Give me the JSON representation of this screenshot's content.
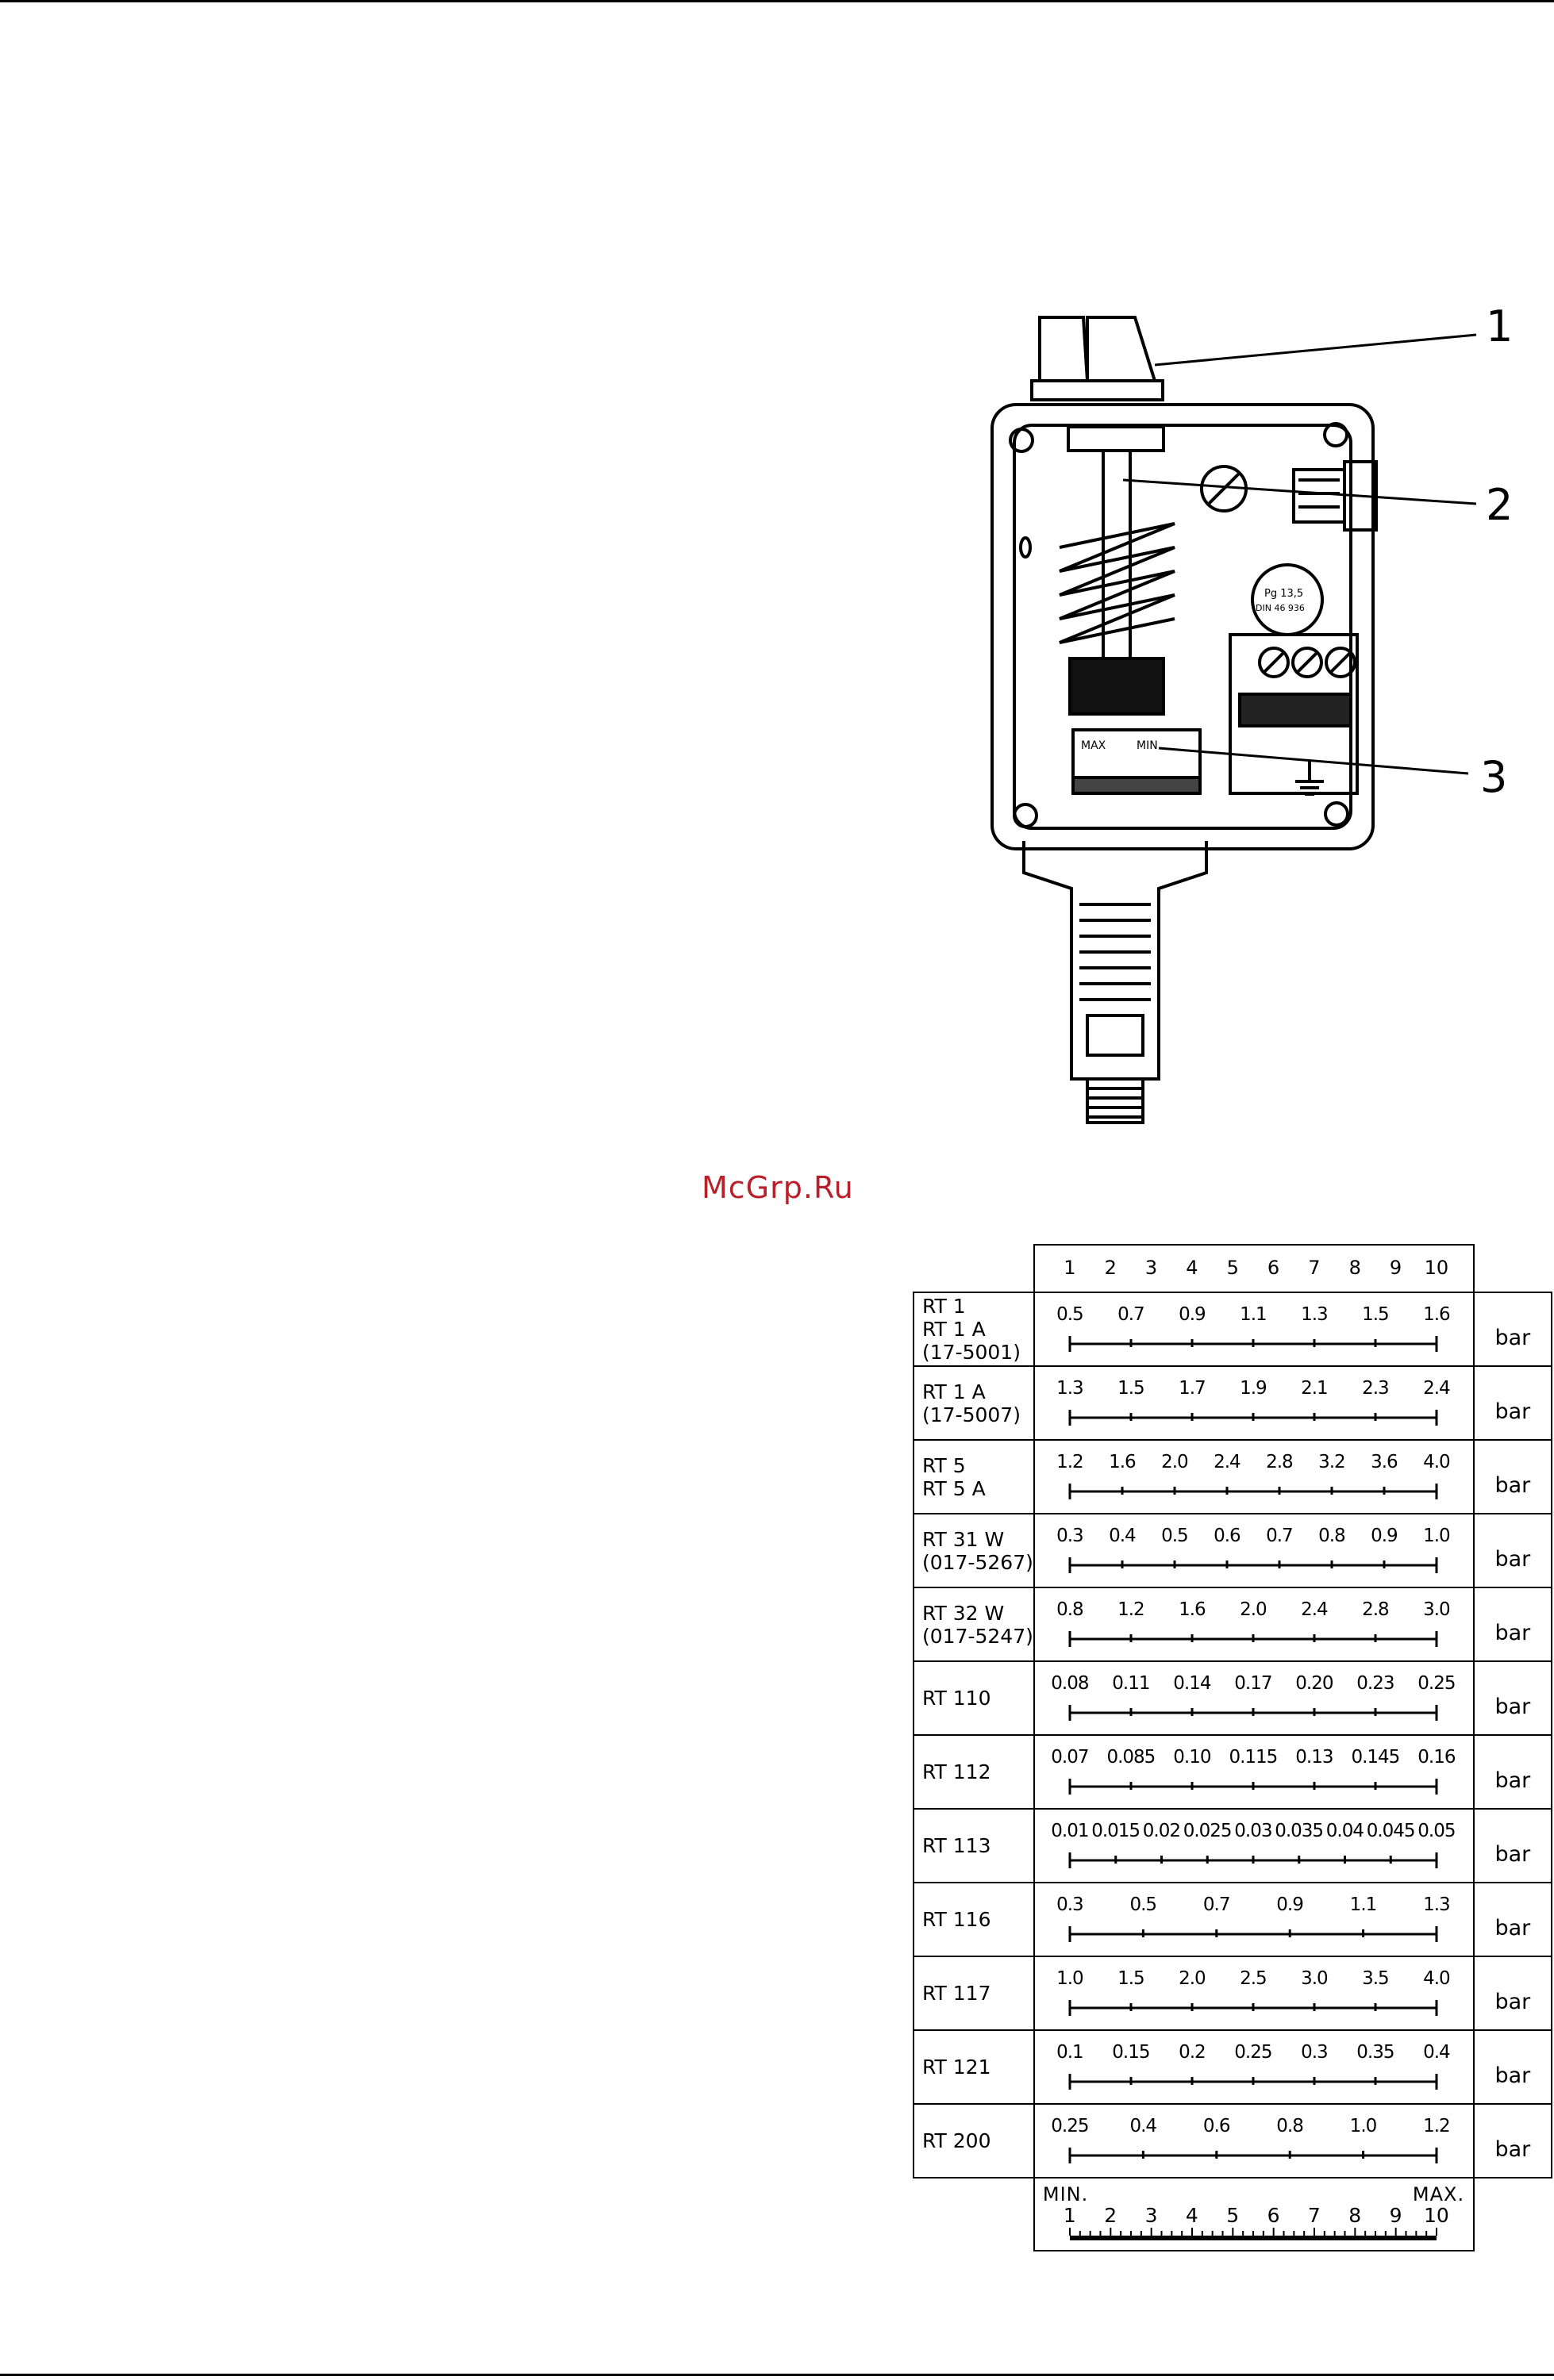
{
  "figure": {
    "callouts": [
      "1",
      "2",
      "3"
    ],
    "plate_text": [
      "Pg 13,5",
      "DIN 46 936",
      "MAX",
      "MIN"
    ]
  },
  "watermark": "McGrp.Ru",
  "table": {
    "scale_numbers": [
      "1",
      "2",
      "3",
      "4",
      "5",
      "6",
      "7",
      "8",
      "9",
      "10"
    ],
    "rows": [
      {
        "model": [
          "RT 1",
          "RT 1 A",
          "(17-5001)"
        ],
        "values": [
          "0.5",
          "0.7",
          "0.9",
          "1.1",
          "1.3",
          "1.5",
          "1.6"
        ],
        "unit": "bar"
      },
      {
        "model": [
          "RT 1 A",
          "(17-5007)"
        ],
        "values": [
          "1.3",
          "1.5",
          "1.7",
          "1.9",
          "2.1",
          "2.3",
          "2.4"
        ],
        "unit": "bar"
      },
      {
        "model": [
          "RT 5",
          "RT 5 A"
        ],
        "values": [
          "1.2",
          "1.6",
          "2.0",
          "2.4",
          "2.8",
          "3.2",
          "3.6",
          "4.0"
        ],
        "unit": "bar"
      },
      {
        "model": [
          "RT 31 W",
          "(017-5267)"
        ],
        "values": [
          "0.3",
          "0.4",
          "0.5",
          "0.6",
          "0.7",
          "0.8",
          "0.9",
          "1.0"
        ],
        "unit": "bar"
      },
      {
        "model": [
          "RT 32 W",
          "(017-5247)"
        ],
        "values": [
          "0.8",
          "1.2",
          "1.6",
          "2.0",
          "2.4",
          "2.8",
          "3.0"
        ],
        "unit": "bar"
      },
      {
        "model": [
          "RT 110"
        ],
        "values": [
          "0.08",
          "0.11",
          "0.14",
          "0.17",
          "0.20",
          "0.23",
          "0.25"
        ],
        "unit": "bar"
      },
      {
        "model": [
          "RT 112"
        ],
        "values": [
          "0.07",
          "0.085",
          "0.10",
          "0.115",
          "0.13",
          "0.145",
          "0.16"
        ],
        "unit": "bar"
      },
      {
        "model": [
          "RT 113"
        ],
        "values": [
          "0.01",
          "0.015",
          "0.02",
          "0.025",
          "0.03",
          "0.035",
          "0.04",
          "0.045",
          "0.05"
        ],
        "unit": "bar"
      },
      {
        "model": [
          "RT 116"
        ],
        "values": [
          "0.3",
          "0.5",
          "0.7",
          "0.9",
          "1.1",
          "1.3"
        ],
        "unit": "bar"
      },
      {
        "model": [
          "RT 117"
        ],
        "values": [
          "1.0",
          "1.5",
          "2.0",
          "2.5",
          "3.0",
          "3.5",
          "4.0"
        ],
        "unit": "bar"
      },
      {
        "model": [
          "RT 121"
        ],
        "values": [
          "0.1",
          "0.15",
          "0.2",
          "0.25",
          "0.3",
          "0.35",
          "0.4"
        ],
        "unit": "bar"
      },
      {
        "model": [
          "RT 200"
        ],
        "values": [
          "0.25",
          "0.4",
          "0.6",
          "0.8",
          "1.0",
          "1.2"
        ],
        "unit": "bar"
      }
    ],
    "footer": {
      "min_label": "MIN.",
      "max_label": "MAX.",
      "numbers": [
        "1",
        "2",
        "3",
        "4",
        "5",
        "6",
        "7",
        "8",
        "9",
        "10"
      ]
    }
  }
}
